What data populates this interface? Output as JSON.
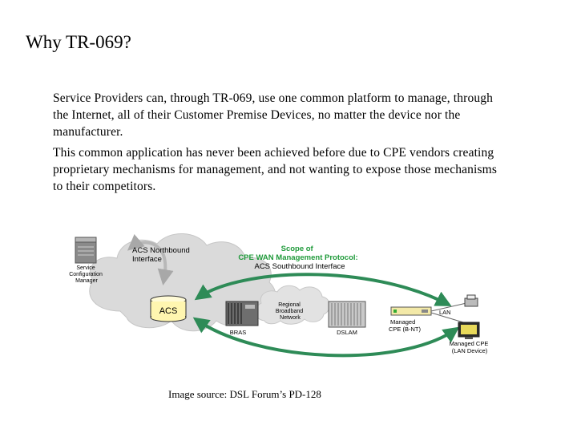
{
  "slide": {
    "title": "Why TR-069?",
    "paragraphs": [
      "Service Providers can, through TR-069, use one common platform to manage, through the Internet, all of their Customer Premise Devices, no matter the device nor the manufacturer.",
      "This common application has never been achieved before due to CPE vendors creating proprietary mechanisms for management, and not wanting to expose those mechanisms to their competitors."
    ],
    "caption": "Image source: DSL Forum’s PD-128"
  },
  "diagram": {
    "service_config_manager": [
      "Service",
      "Configuration",
      "Manager"
    ],
    "northbound": [
      "ACS Northbound",
      "Interface"
    ],
    "scope": [
      "Scope of",
      "CPE WAN Management Protocol:"
    ],
    "southbound": "ACS Southbound Interface",
    "acs": "ACS",
    "bras": "BRAS",
    "regional": [
      "Regional",
      "Broadband",
      "Network"
    ],
    "dslam": "DSLAM",
    "lan": "LAN",
    "managed_cpe_bnt": [
      "Managed",
      "CPE (B-NT)"
    ],
    "managed_cpe_lan": [
      "Managed CPE",
      "(LAN Device)"
    ],
    "colors": {
      "arrow_green": "#2e8b57",
      "scope_green": "#1f9a3a",
      "cloud": "#dadada",
      "north_arrow": "#b8b8b8"
    }
  }
}
